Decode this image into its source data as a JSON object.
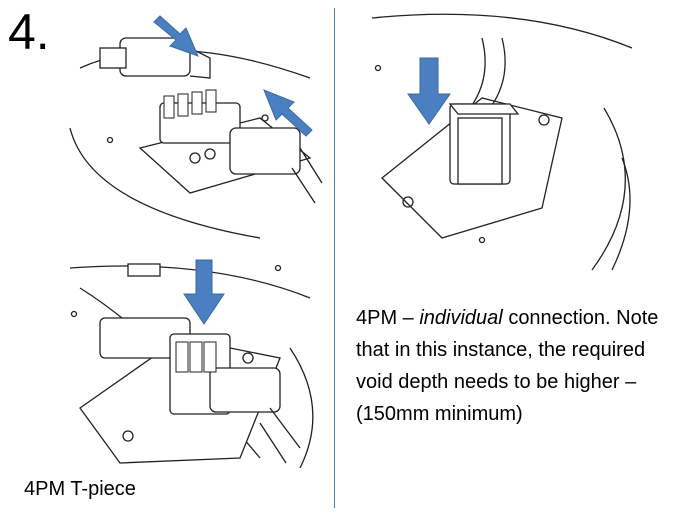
{
  "step": {
    "number": "4."
  },
  "captions": {
    "tpiece": "4PM T-piece",
    "individual": {
      "prefix": "4PM – ",
      "emphasis": "individual",
      "body": "connection. Note that in this instance, the required void depth needs to be higher – (150mm minimum)"
    }
  },
  "colors": {
    "arrow": "#4a7fc1",
    "divider": "#4a7fc1",
    "line": "#222222"
  },
  "icons": {
    "arrow": "blue-arrow-icon"
  }
}
